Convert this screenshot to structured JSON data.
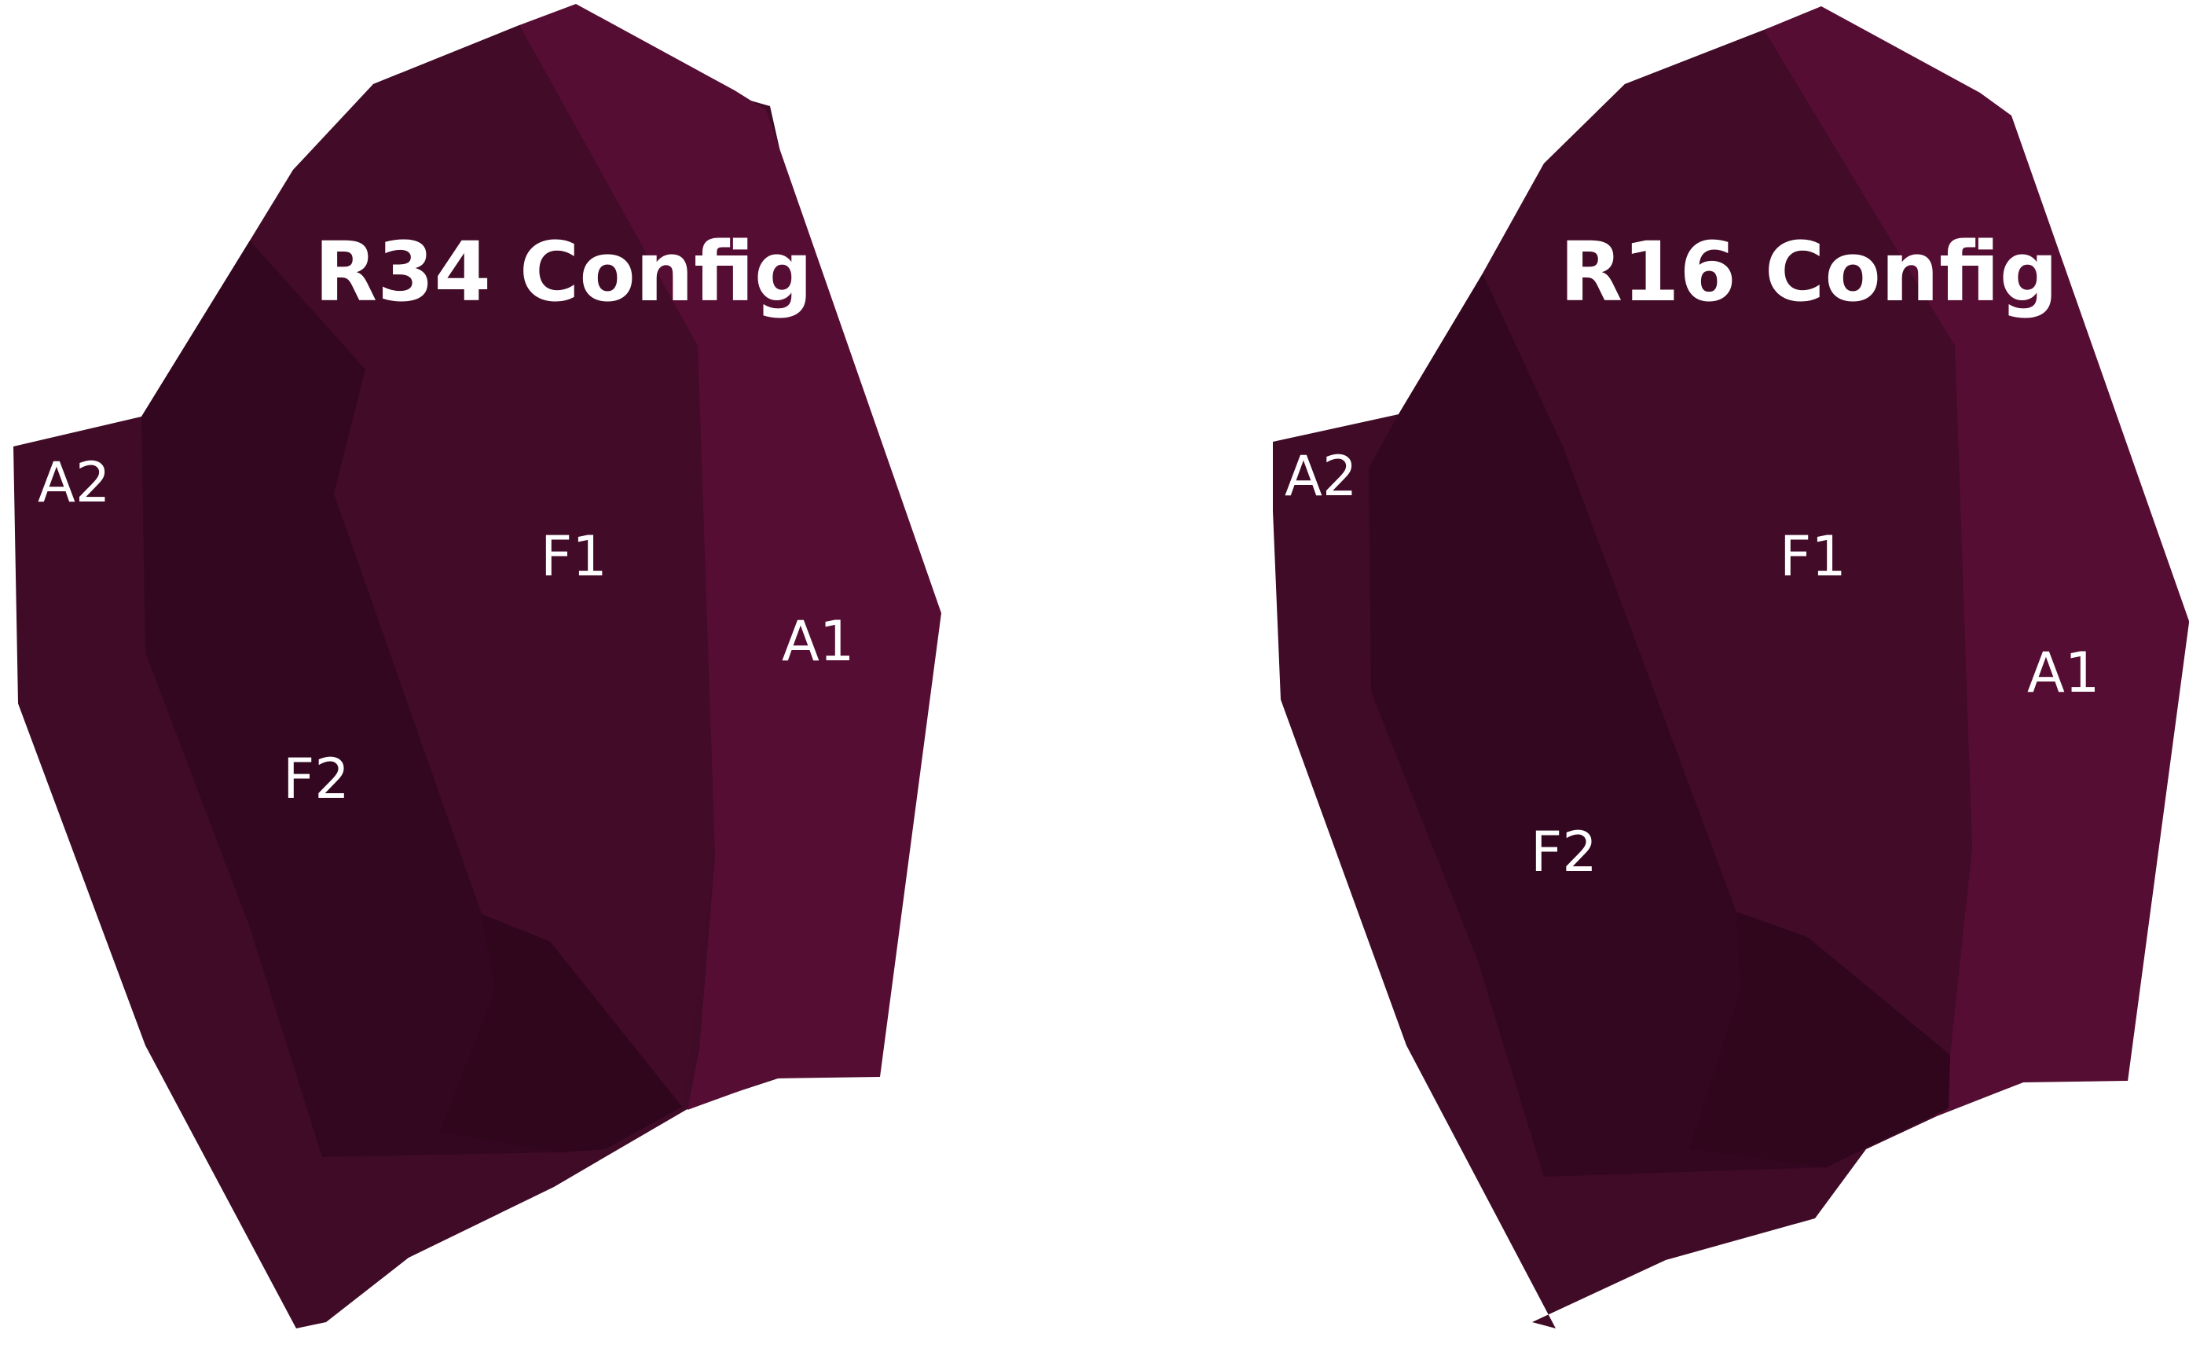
{
  "configs": [
    {
      "title": "R34 Config",
      "labels": {
        "a1": "A1",
        "a2": "A2",
        "f1": "F1",
        "f2": "F2"
      }
    },
    {
      "title": "R16 Config",
      "labels": {
        "a1": "A1",
        "a2": "A2",
        "f1": "F1",
        "f2": "F2"
      }
    }
  ],
  "colors": {
    "a1": "#560d33",
    "a2": "#3f0b27",
    "f1": "#420b28",
    "f2": "#340720",
    "f2_lower": "#2f061c",
    "background": "#ffffff"
  }
}
